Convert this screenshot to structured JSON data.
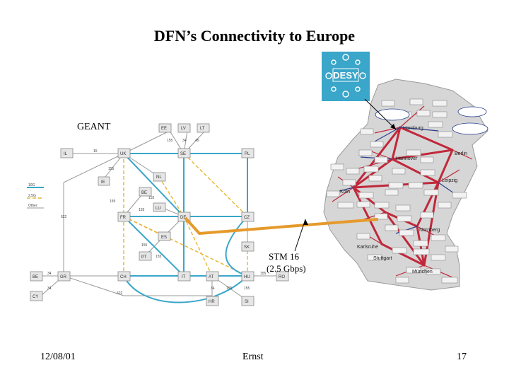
{
  "slide": {
    "title": "DFN’s Connectivity to Europe",
    "geant_label": "GEANT",
    "stm_line1": "STM 16",
    "stm_line2": "(2.5 Gbps)",
    "logo_text": "DESY"
  },
  "footer": {
    "date": "12/08/01",
    "author": "Ernst",
    "page": "17"
  },
  "geant_legend": [
    {
      "label": "10G",
      "color": "#3aa6c9"
    },
    {
      "label": "2.5G",
      "color": "#e8b530"
    },
    {
      "label": "Other",
      "color": "#999999"
    }
  ],
  "geant_nodes": [
    "IL",
    "UK",
    "SE",
    "PL",
    "EE",
    "LV",
    "LT",
    "IE",
    "NL",
    "BE",
    "LU",
    "FR",
    "DE",
    "CZ",
    "ES",
    "PT",
    "SK",
    "GR",
    "CH",
    "IT",
    "AT",
    "HU",
    "RO",
    "CY",
    "HR",
    "SI"
  ],
  "geant_capacities": [
    "15",
    "155",
    "34",
    "45",
    "155",
    "155",
    "155",
    "155",
    "622",
    "155",
    "155",
    "34",
    "34",
    "622",
    "34",
    "155",
    "155",
    "155"
  ],
  "germany_cities": [
    "Hamburg",
    "Hannover",
    "Berlin",
    "Leipzig",
    "Köln",
    "Nürnberg",
    "Karlsruhe",
    "Stuttgart",
    "München"
  ],
  "colors": {
    "geant_10g": "#3aa6c9",
    "geant_2_5g": "#e8b530",
    "uplink": "#e59a2c",
    "dfn_links": "#c0283a",
    "dfn_secondary": "#2c3e8f",
    "map_fill": "#d6d6d6"
  }
}
